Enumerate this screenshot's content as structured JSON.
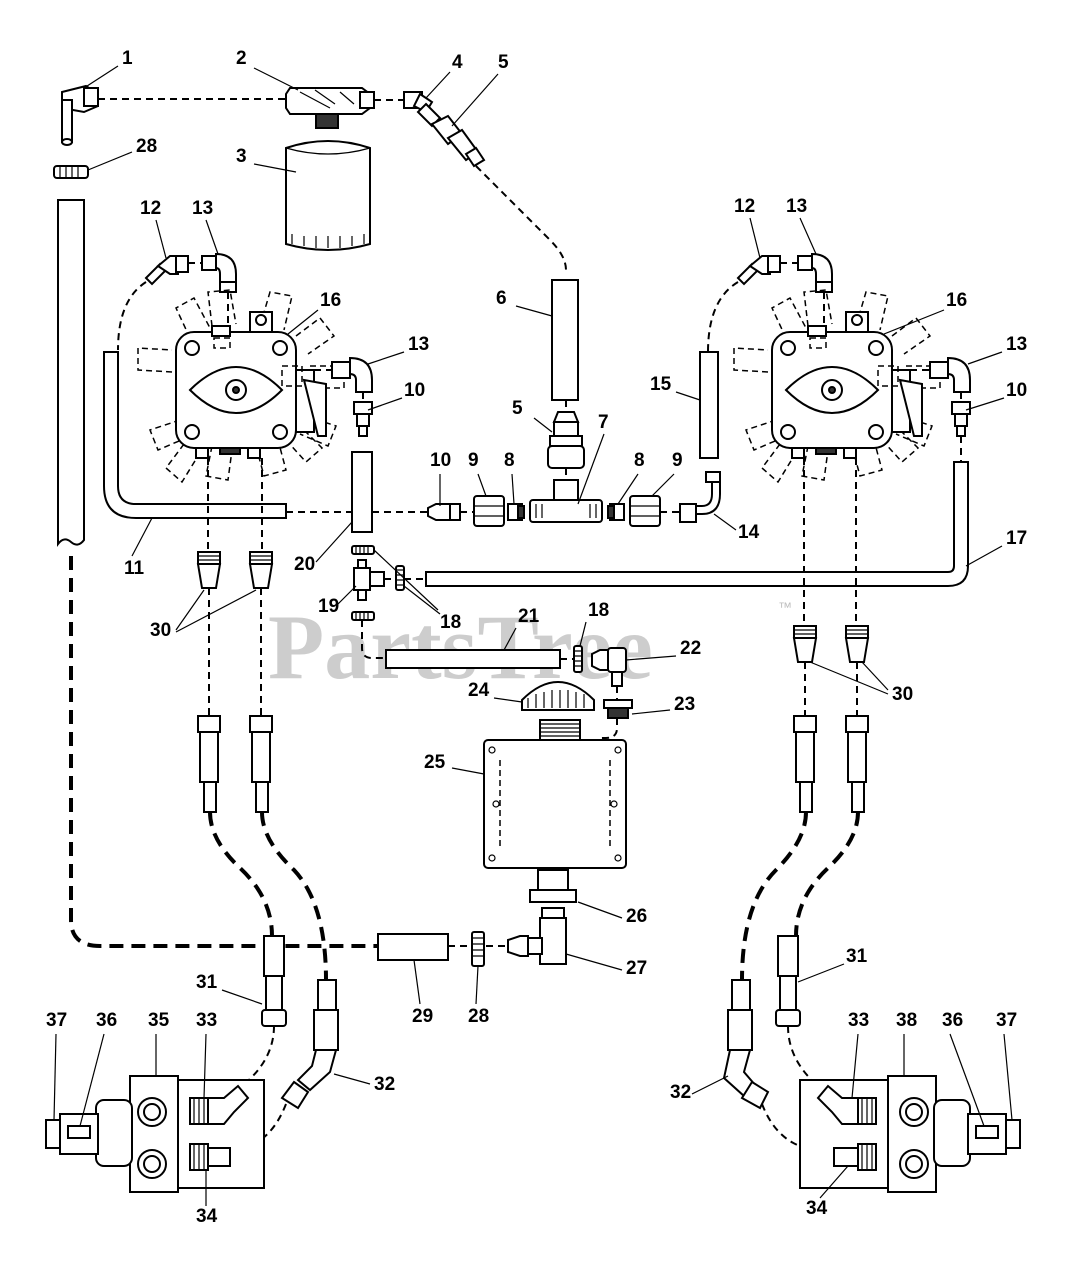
{
  "diagram": {
    "watermark": "PartsTree",
    "trademark": "™",
    "callouts": [
      {
        "id": "c1",
        "label": "1"
      },
      {
        "id": "c2",
        "label": "2"
      },
      {
        "id": "c3",
        "label": "3"
      },
      {
        "id": "c4",
        "label": "4"
      },
      {
        "id": "c5a",
        "label": "5"
      },
      {
        "id": "c28a",
        "label": "28"
      },
      {
        "id": "c12L",
        "label": "12"
      },
      {
        "id": "c13L",
        "label": "13"
      },
      {
        "id": "c6",
        "label": "6"
      },
      {
        "id": "c12R",
        "label": "12"
      },
      {
        "id": "c13R",
        "label": "13"
      },
      {
        "id": "c16L",
        "label": "16"
      },
      {
        "id": "c16R",
        "label": "16"
      },
      {
        "id": "c13L2",
        "label": "13"
      },
      {
        "id": "c13R2",
        "label": "13"
      },
      {
        "id": "c15",
        "label": "15"
      },
      {
        "id": "c5b",
        "label": "5"
      },
      {
        "id": "c10L",
        "label": "10"
      },
      {
        "id": "c10R",
        "label": "10"
      },
      {
        "id": "c7",
        "label": "7"
      },
      {
        "id": "c10M",
        "label": "10"
      },
      {
        "id": "c9L",
        "label": "9"
      },
      {
        "id": "c8L",
        "label": "8"
      },
      {
        "id": "c8R",
        "label": "8"
      },
      {
        "id": "c9R",
        "label": "9"
      },
      {
        "id": "c14",
        "label": "14"
      },
      {
        "id": "c11",
        "label": "11"
      },
      {
        "id": "c20",
        "label": "20"
      },
      {
        "id": "c17",
        "label": "17"
      },
      {
        "id": "c19",
        "label": "19"
      },
      {
        "id": "c30L",
        "label": "30"
      },
      {
        "id": "c18a",
        "label": "18"
      },
      {
        "id": "c18b",
        "label": "18"
      },
      {
        "id": "c21",
        "label": "21"
      },
      {
        "id": "c22",
        "label": "22"
      },
      {
        "id": "c30R",
        "label": "30"
      },
      {
        "id": "c24",
        "label": "24"
      },
      {
        "id": "c23",
        "label": "23"
      },
      {
        "id": "c25",
        "label": "25"
      },
      {
        "id": "c26",
        "label": "26"
      },
      {
        "id": "c27",
        "label": "27"
      },
      {
        "id": "c31L",
        "label": "31"
      },
      {
        "id": "c29",
        "label": "29"
      },
      {
        "id": "c28b",
        "label": "28"
      },
      {
        "id": "c31R",
        "label": "31"
      },
      {
        "id": "c37L",
        "label": "37"
      },
      {
        "id": "c36L",
        "label": "36"
      },
      {
        "id": "c35",
        "label": "35"
      },
      {
        "id": "c33L",
        "label": "33"
      },
      {
        "id": "c32L",
        "label": "32"
      },
      {
        "id": "c32R",
        "label": "32"
      },
      {
        "id": "c33R",
        "label": "33"
      },
      {
        "id": "c38",
        "label": "38"
      },
      {
        "id": "c36R",
        "label": "36"
      },
      {
        "id": "c37R",
        "label": "37"
      },
      {
        "id": "c34L",
        "label": "34"
      },
      {
        "id": "c34R",
        "label": "34"
      }
    ]
  }
}
